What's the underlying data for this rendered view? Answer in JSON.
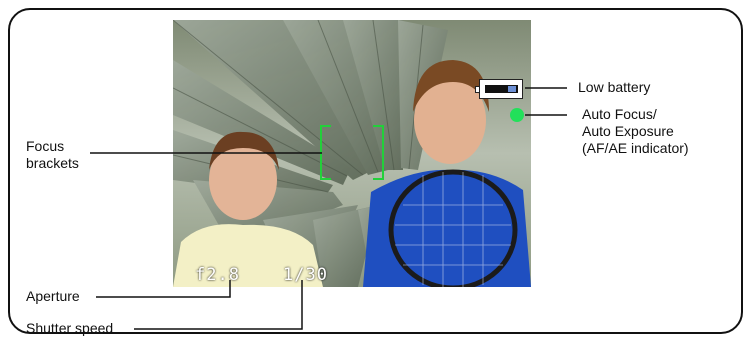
{
  "labels": {
    "low_battery": "Low battery",
    "af_ae_line1": "Auto Focus/",
    "af_ae_line2": "Auto Exposure",
    "af_ae_line3": "(AF/AE indicator)",
    "focus_line1": "Focus",
    "focus_line2": "brackets",
    "aperture": "Aperture",
    "shutter_speed": "Shutter speed"
  },
  "lcd": {
    "aperture_value": "f2.8",
    "shutter_value": "1/30"
  },
  "colors": {
    "focus_brackets": "#22d03a",
    "af_ae_indicator": "#22e05a"
  }
}
